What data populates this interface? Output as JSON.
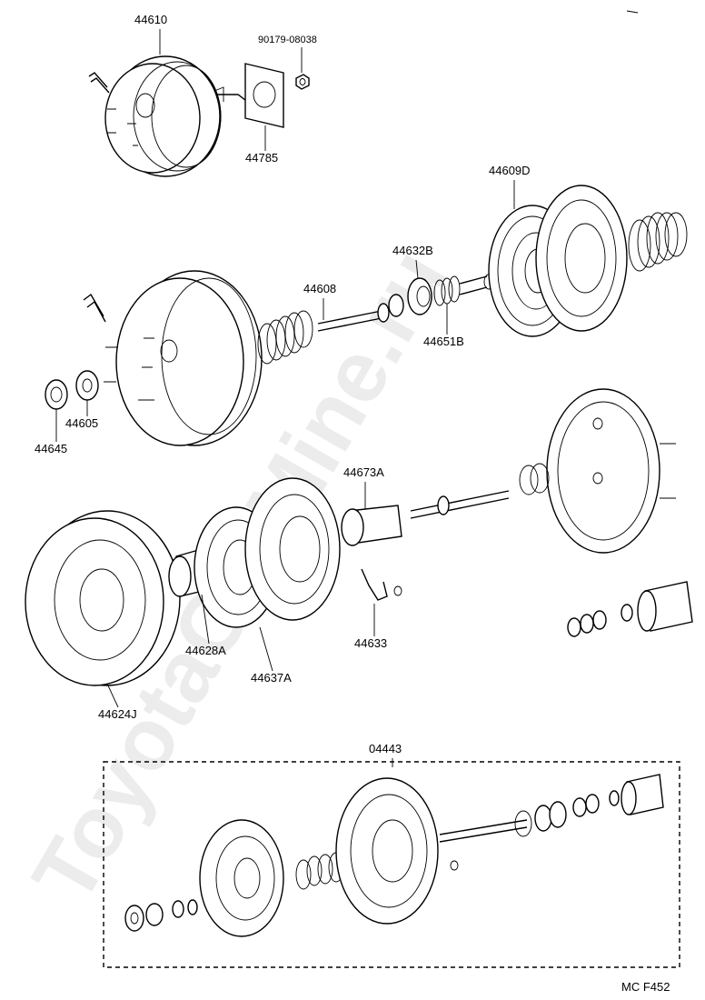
{
  "parts": {
    "p44610": "44610",
    "p90179": "90179-08038",
    "p44785": "44785",
    "p44609D": "44609D",
    "p44632B": "44632B",
    "p44608": "44608",
    "p44651B": "44651B",
    "p44605": "44605",
    "p44645": "44645",
    "p44673A": "44673A",
    "p44628A": "44628A",
    "p44637A": "44637A",
    "p44633": "44633",
    "p44624J": "44624J",
    "p04443": "04443"
  },
  "footer_code": "MC F452",
  "watermark": "ToyotaCarMine.ru"
}
